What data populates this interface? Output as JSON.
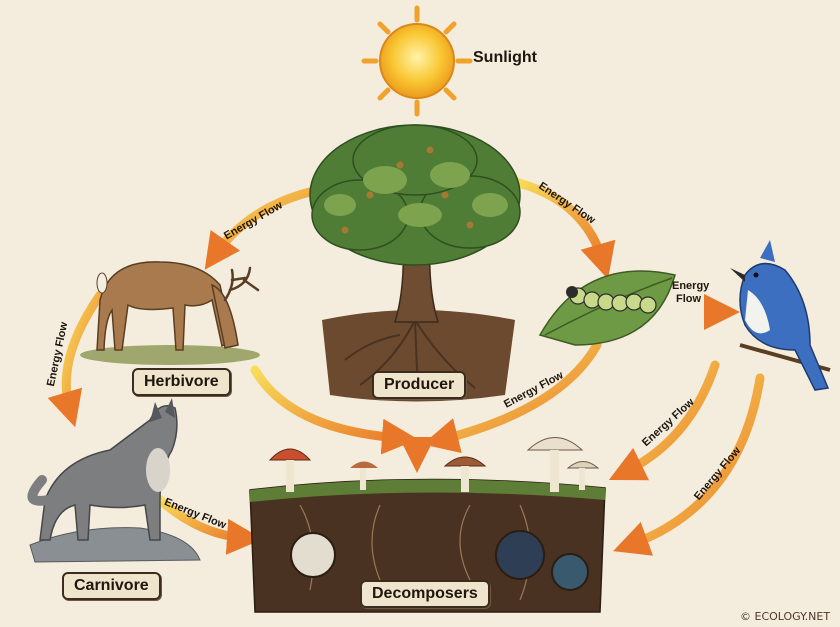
{
  "sun": {
    "label": "Sunlight"
  },
  "nodes": {
    "producer": "Producer",
    "herbivore": "Herbivore",
    "carnivore": "Carnivore",
    "decomposers": "Decomposers"
  },
  "flow_label": "Energy Flow",
  "credit": "© ECOLOGY.NET",
  "colors": {
    "background": "#f4ecdc",
    "arrow_start": "#f7d34a",
    "arrow_end": "#e8772a",
    "label_border": "#3b2c1e"
  }
}
